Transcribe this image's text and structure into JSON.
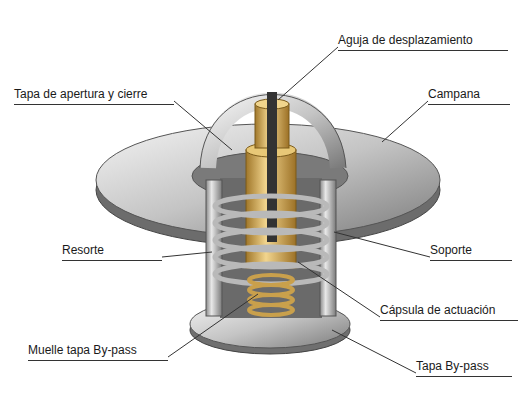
{
  "diagram": {
    "labels": [
      "Aguja de desplazamiento",
      "Tapa de apertura y cierre",
      "Campana",
      "Resorte",
      "Soporte",
      "Cápsula de actuación",
      "Muelle tapa By-pass",
      "Tapa By-pass"
    ]
  }
}
